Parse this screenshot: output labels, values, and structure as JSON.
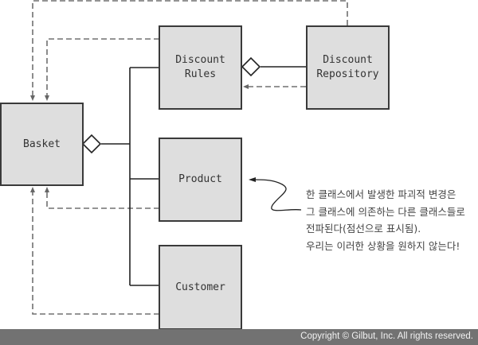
{
  "diagram": {
    "classes": {
      "basket": "Basket",
      "discount_rules": "Discount\nRules",
      "discount_repository": "Discount\nRepository",
      "product": "Product",
      "customer": "Customer"
    },
    "relations": [
      {
        "from": "Basket",
        "to": "Discount Rules",
        "type": "aggregation"
      },
      {
        "from": "Basket",
        "to": "Product",
        "type": "aggregation"
      },
      {
        "from": "Basket",
        "to": "Customer",
        "type": "aggregation"
      },
      {
        "from": "Discount Rules",
        "to": "Discount Repository",
        "type": "aggregation"
      },
      {
        "from": "Discount Repository",
        "to": "Basket",
        "type": "dependency"
      },
      {
        "from": "Discount Rules",
        "to": "Basket",
        "type": "dependency"
      },
      {
        "from": "Discount Repository",
        "to": "Discount Rules",
        "type": "dependency"
      },
      {
        "from": "Product",
        "to": "Basket",
        "type": "dependency"
      },
      {
        "from": "Customer",
        "to": "Basket",
        "type": "dependency"
      }
    ],
    "annotation": [
      "한 클래스에서 발생한 파괴적 변경은",
      "그 클래스에 의존하는 다른 클래스들로",
      "전파된다(점선으로 표시됨).",
      "우리는 이러한 상황을 원하지 않는다!"
    ]
  },
  "footer": {
    "copyright": "Copyright © Gilbut, Inc. All rights reserved."
  }
}
